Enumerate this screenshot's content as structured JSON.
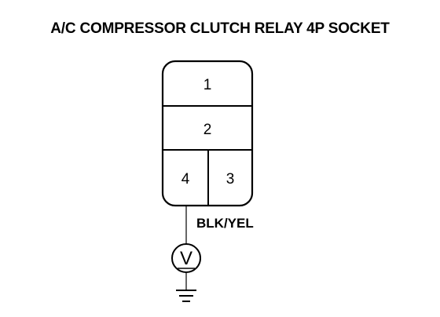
{
  "title": "A/C COMPRESSOR CLUTCH RELAY 4P SOCKET",
  "socket": {
    "pins": [
      {
        "number": "1"
      },
      {
        "number": "2"
      },
      {
        "number": "4"
      },
      {
        "number": "3"
      }
    ]
  },
  "wire": {
    "color_label": "BLK/YEL"
  },
  "meter": {
    "symbol": "V",
    "icon": "voltmeter-icon"
  },
  "ground": {
    "icon": "ground-icon"
  }
}
